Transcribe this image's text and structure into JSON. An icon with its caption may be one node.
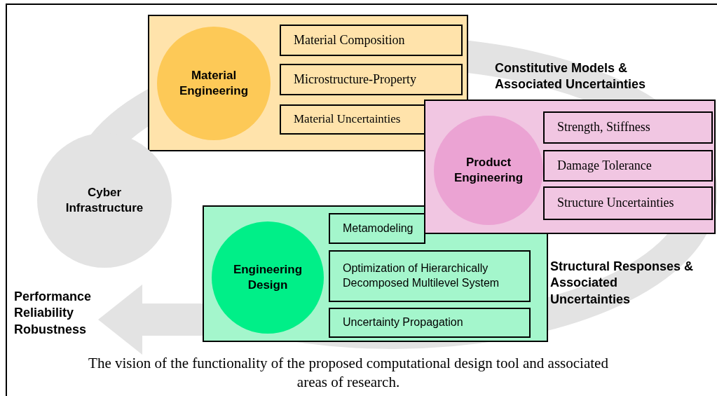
{
  "diagram": {
    "caption": "The vision of the functionality of the proposed computational design tool and associated areas of research.",
    "nodes": [
      {
        "text": [],
        "shape": "box"
      },
      {
        "text": [
          "Material Engineering"
        ],
        "in": 0
      },
      {
        "text": [
          "Material Composition"
        ],
        "in": 0
      },
      {
        "text": [
          "Microstructure-Property"
        ],
        "in": 0
      },
      {
        "text": [
          "Material Uncertainties"
        ],
        "in": 0
      },
      {
        "text": [],
        "shape": "box"
      },
      {
        "text": [
          "Product Engineering"
        ],
        "in": 5
      },
      {
        "text": [
          "Strength, Stiffness"
        ],
        "in": 5
      },
      {
        "text": [
          "Damage Tolerance"
        ],
        "in": 5
      },
      {
        "text": [
          "Structure Uncertainties"
        ],
        "in": 5
      },
      {
        "text": [],
        "shape": "box"
      },
      {
        "text": [
          "Engineering Design"
        ],
        "in": 10
      },
      {
        "text": [
          "Metamodeling"
        ],
        "in": 10
      },
      {
        "text": [
          "Optimization of Hierarchically Decomposed Multilevel System"
        ],
        "in": 10
      },
      {
        "text": [
          "Uncertainty Propagation"
        ],
        "in": 10
      },
      {
        "text": [
          "Cyber Infrastructure"
        ]
      }
    ],
    "labels": [
      "Constitutive Models & Associated Uncertainties",
      "Structural Responses & Associated Uncertainties",
      "Performance Reliability Robustness"
    ]
  }
}
